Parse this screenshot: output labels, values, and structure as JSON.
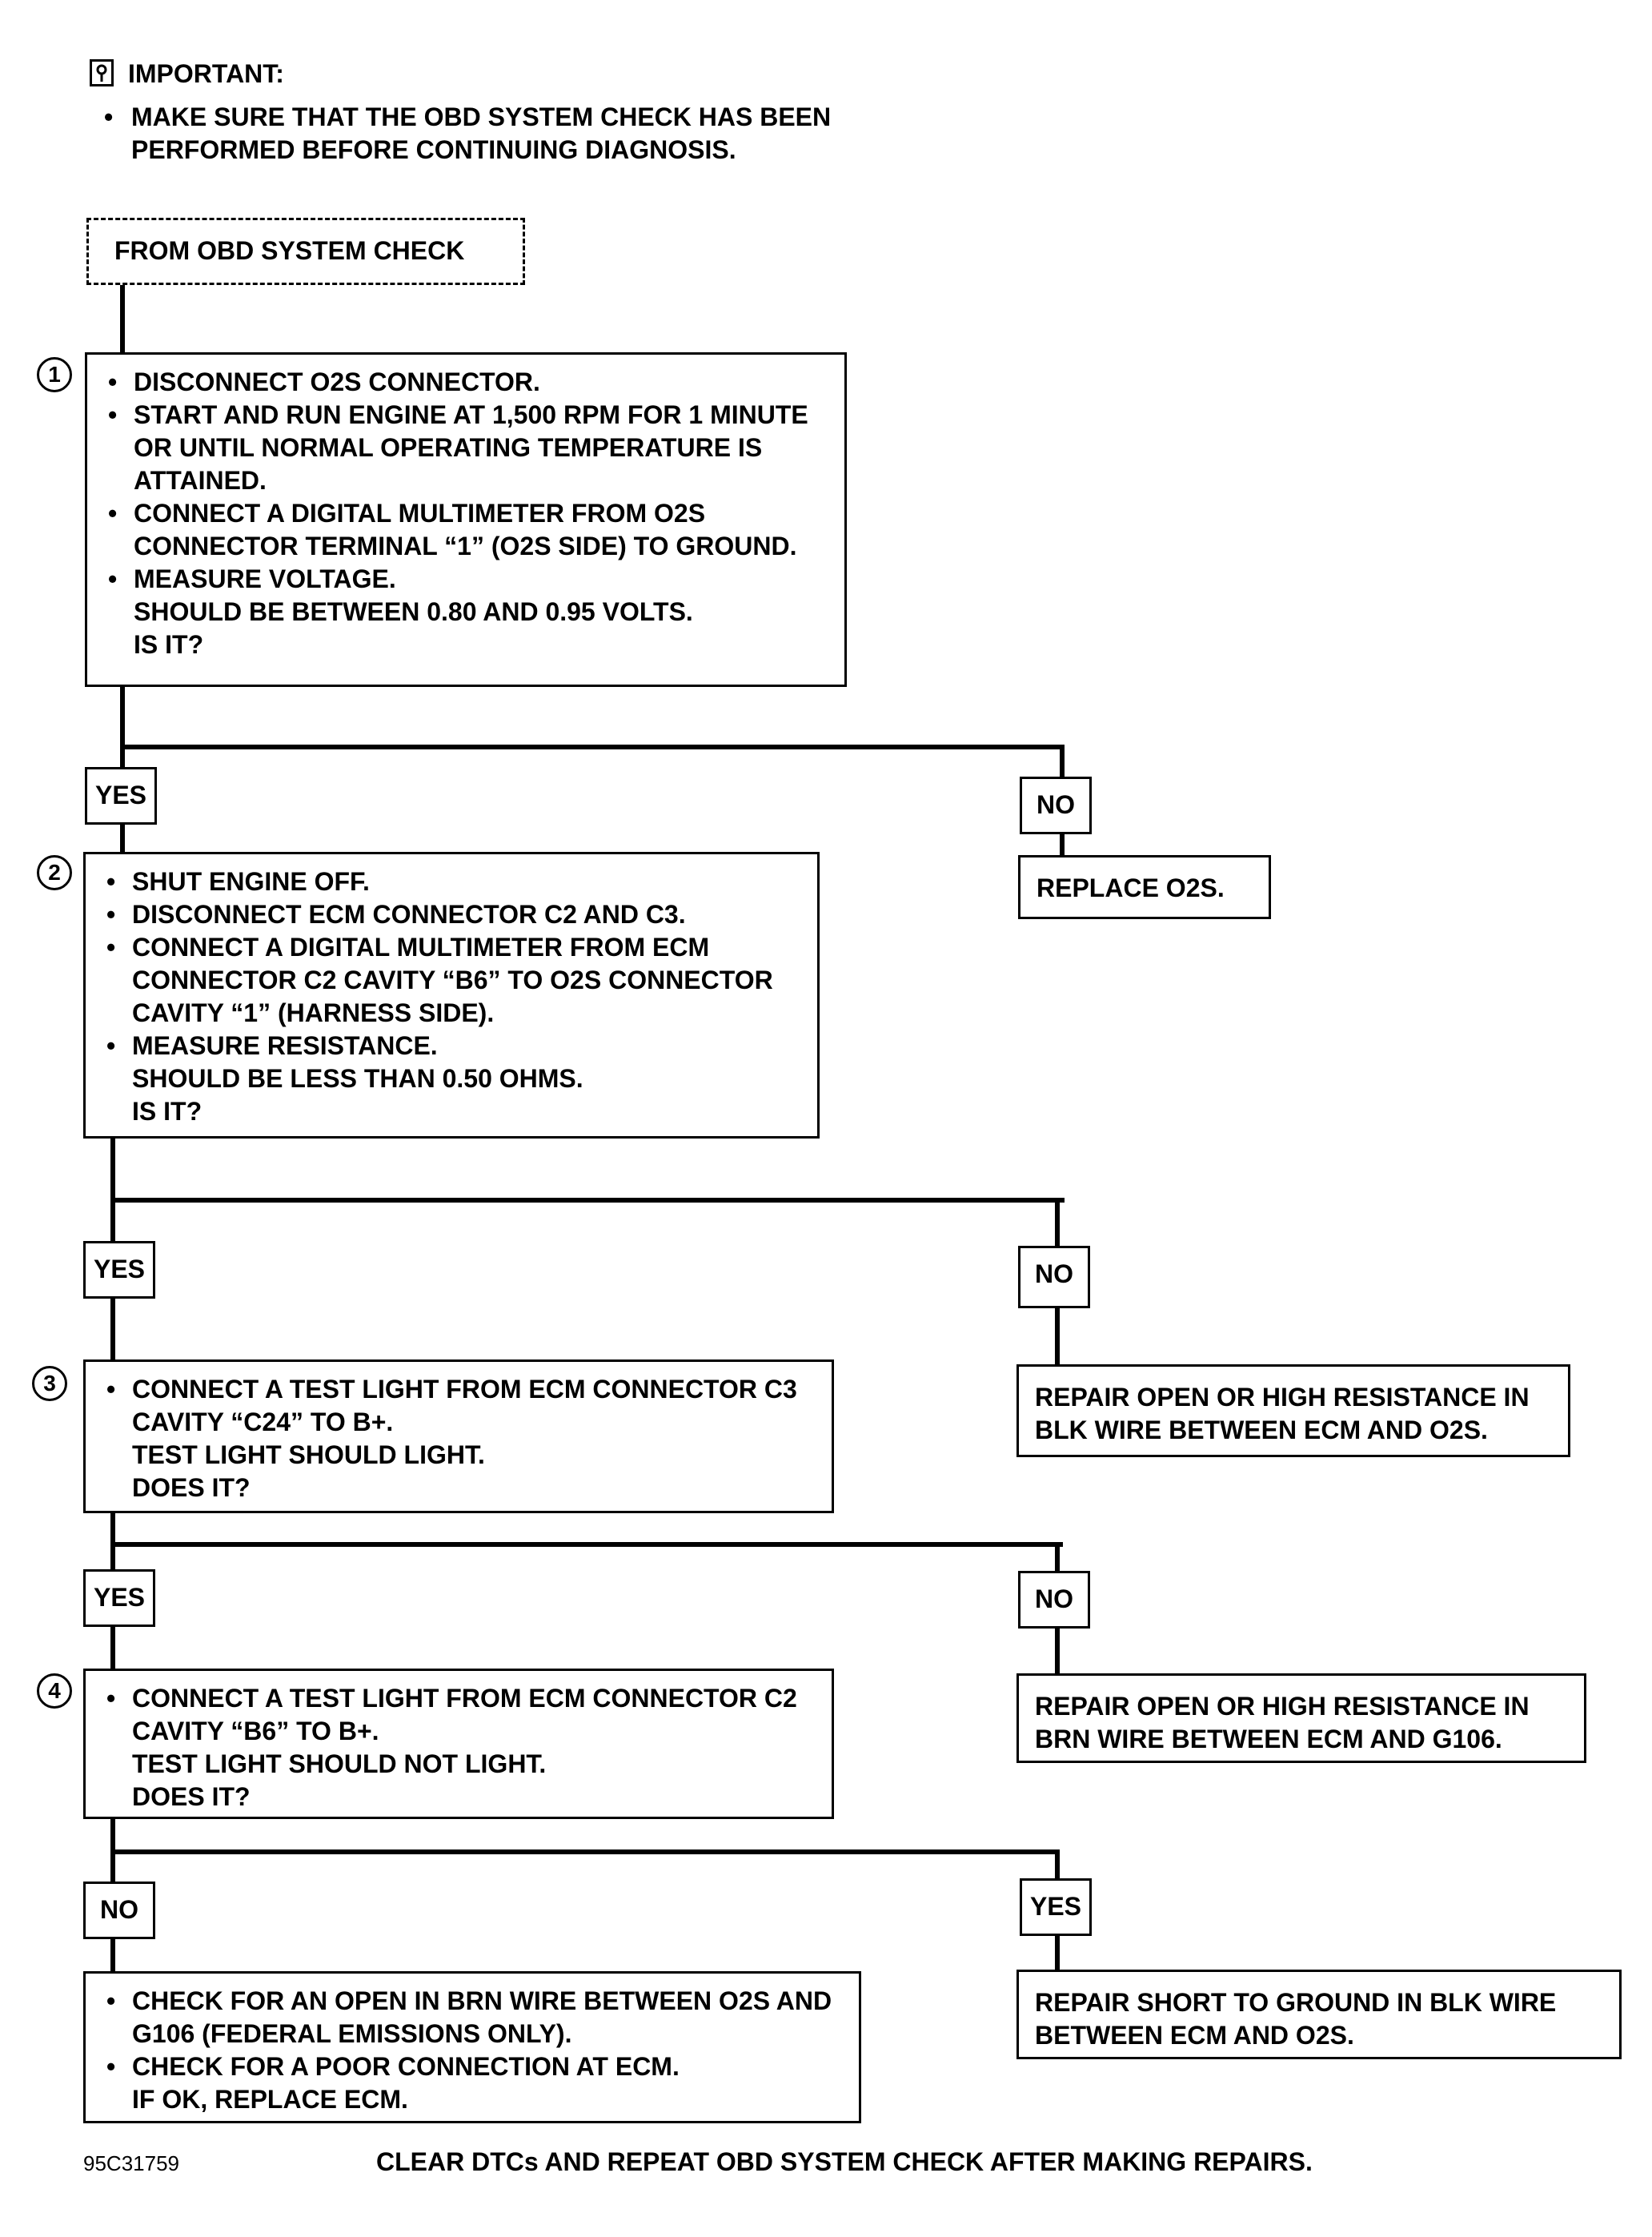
{
  "important": {
    "heading": "IMPORTANT:",
    "bullet": "MAKE SURE THAT THE OBD SYSTEM CHECK HAS BEEN",
    "bullet_cont": "PERFORMED BEFORE CONTINUING DIAGNOSIS."
  },
  "start_box": "FROM OBD SYSTEM CHECK",
  "step1": {
    "number": "1",
    "lines": [
      {
        "b": true,
        "text": "DISCONNECT O2S CONNECTOR."
      },
      {
        "b": true,
        "text": "START AND RUN ENGINE AT 1,500 RPM FOR 1 MINUTE"
      },
      {
        "b": false,
        "text": "OR UNTIL NORMAL OPERATING TEMPERATURE IS"
      },
      {
        "b": false,
        "text": "ATTAINED."
      },
      {
        "b": true,
        "text": "CONNECT A DIGITAL MULTIMETER FROM O2S"
      },
      {
        "b": false,
        "text": "CONNECTOR TERMINAL “1” (O2S SIDE) TO GROUND."
      },
      {
        "b": true,
        "text": "MEASURE VOLTAGE."
      },
      {
        "b": false,
        "text": "SHOULD BE BETWEEN 0.80 AND 0.95 VOLTS."
      },
      {
        "b": false,
        "text": "IS IT?"
      }
    ]
  },
  "step2": {
    "number": "2",
    "lines": [
      {
        "b": true,
        "text": "SHUT ENGINE OFF."
      },
      {
        "b": true,
        "text": "DISCONNECT ECM CONNECTOR C2 AND C3."
      },
      {
        "b": true,
        "text": "CONNECT A DIGITAL MULTIMETER FROM ECM"
      },
      {
        "b": false,
        "text": "CONNECTOR C2 CAVITY “B6” TO O2S CONNECTOR"
      },
      {
        "b": false,
        "text": "CAVITY “1” (HARNESS SIDE)."
      },
      {
        "b": true,
        "text": "MEASURE RESISTANCE."
      },
      {
        "b": false,
        "text": "SHOULD BE LESS THAN 0.50 OHMS."
      },
      {
        "b": false,
        "text": "IS IT?"
      }
    ]
  },
  "step3": {
    "number": "3",
    "lines": [
      {
        "b": true,
        "text": "CONNECT A TEST LIGHT FROM ECM CONNECTOR C3"
      },
      {
        "b": false,
        "text": "CAVITY “C24” TO B+."
      },
      {
        "b": false,
        "text": "TEST LIGHT SHOULD LIGHT."
      },
      {
        "b": false,
        "text": "DOES IT?"
      }
    ]
  },
  "step4": {
    "number": "4",
    "lines": [
      {
        "b": true,
        "text": "CONNECT A TEST LIGHT FROM ECM CONNECTOR C2"
      },
      {
        "b": false,
        "text": "CAVITY “B6” TO B+."
      },
      {
        "b": false,
        "text": "TEST LIGHT SHOULD NOT LIGHT."
      },
      {
        "b": false,
        "text": "DOES IT?"
      }
    ]
  },
  "final_box": {
    "lines": [
      {
        "b": true,
        "text": "CHECK FOR AN OPEN IN BRN WIRE BETWEEN O2S AND"
      },
      {
        "b": false,
        "text": "G106 (FEDERAL EMISSIONS ONLY)."
      },
      {
        "b": true,
        "text": "CHECK FOR A POOR CONNECTION AT ECM."
      },
      {
        "b": false,
        "text": "IF OK, REPLACE ECM."
      }
    ]
  },
  "labels": {
    "yes": "YES",
    "no": "NO"
  },
  "results": {
    "r1": [
      "REPLACE O2S."
    ],
    "r2": [
      "REPAIR OPEN OR HIGH RESISTANCE IN",
      "BLK WIRE BETWEEN ECM AND O2S."
    ],
    "r3": [
      "REPAIR OPEN OR HIGH RESISTANCE IN",
      "BRN WIRE BETWEEN ECM AND G106."
    ],
    "r4": [
      "REPAIR SHORT TO GROUND IN BLK WIRE",
      "BETWEEN ECM AND O2S."
    ]
  },
  "footer": {
    "figure_id": "95C31759",
    "note": "CLEAR DTCs AND REPEAT OBD SYSTEM CHECK AFTER MAKING REPAIRS."
  }
}
